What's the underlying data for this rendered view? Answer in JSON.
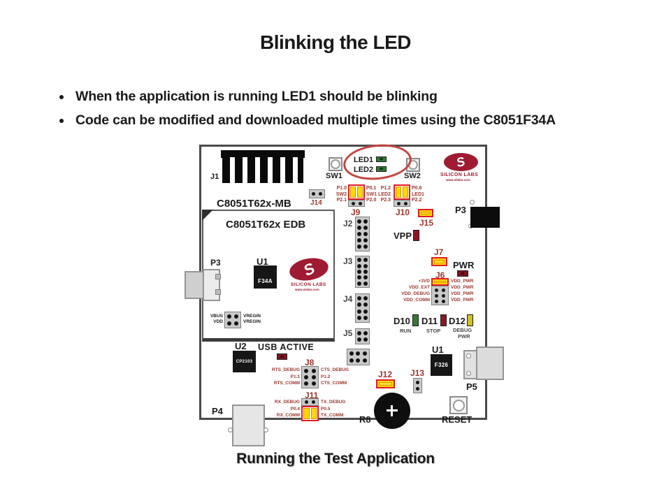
{
  "slide": {
    "title": "Blinking the LED",
    "bullets": [
      "When the application is running LED1 should be blinking",
      "Code can be modified and downloaded multiple times using the C8051F34A"
    ],
    "caption": "Running the Test Application"
  },
  "colors": {
    "silkscreen_red": "#9c372e",
    "jumper_border_red": "#e31b23",
    "jumper_yellow": "#ffd900",
    "led_green": "#2e7d32",
    "led_red": "#8e1622",
    "led_yellow": "#cfc02a",
    "logo_red": "#9e1b32"
  },
  "board": {
    "mb_title": "C8051T62x-MB",
    "edb_title": "C8051T62x EDB",
    "refs": {
      "j1": "J1",
      "j14": "J14",
      "sw1": "SW1",
      "sw2": "SW2",
      "led1": "LED1",
      "led2": "LED2",
      "j2": "J2",
      "j3": "J3",
      "j4": "J4",
      "j5": "J5",
      "j12": "J12",
      "j13": "J13",
      "p3_left": "P3",
      "p3_right": "P3",
      "p4": "P4",
      "p5": "P5",
      "r8": "R8",
      "reset": "RESET",
      "vpp": "VPP",
      "pwr": "PWR",
      "u1_edb": "U1",
      "u1_mb": "U1",
      "u2": "U2"
    },
    "chips": {
      "edb_mcu": "F34A",
      "usb_mcu": "F326",
      "usb_bridge": "CP2103"
    },
    "logo": {
      "mark": "S",
      "name": "SILICON LABS",
      "url": "www.silabs.com"
    },
    "usb_active": "USB ACTIVE",
    "power_rails": {
      "vbus": "VBUS",
      "vdd": "VDD",
      "vregin_1": "VREGIN",
      "vregin_2": "VREGIN"
    },
    "leds": {
      "d10": {
        "ref": "D10",
        "name": "RUN"
      },
      "d11": {
        "ref": "D11",
        "name": "STOP"
      },
      "d12": {
        "ref": "D12",
        "name_1": "DEBUG",
        "name_2": "PWR"
      }
    },
    "j9": {
      "label": "J9",
      "left": [
        "P1.0",
        "SW2",
        "P2.1"
      ],
      "right": [
        "P0.1",
        "SW1",
        "P2.0"
      ]
    },
    "j10": {
      "label": "J10",
      "left": [
        "P1.2",
        "LED2",
        "P2.3"
      ],
      "right": [
        "P0.6",
        "LED1",
        "P2.2"
      ]
    },
    "j15": {
      "label": "J15"
    },
    "j7": {
      "label": "J7"
    },
    "j6": {
      "label": "J6",
      "left": [
        "+3VD",
        "VDD_EXT",
        "VDD_DEBUG",
        "VDD_COMM"
      ],
      "right": [
        "VDD_PWR",
        "VDD_PWR",
        "VDD_PWR",
        "VDD_PWR"
      ]
    },
    "j8": {
      "label": "J8",
      "left": [
        "RTS_DEBUG",
        "P1.1",
        "RTS_COMM"
      ],
      "right": [
        "CTS_DEBUG",
        "P1.2",
        "CTS_COMM"
      ]
    },
    "j11": {
      "label": "J11",
      "left": [
        "RX_DEBUG",
        "P0.4",
        "RX_COMM"
      ],
      "right": [
        "TX_DEBUG",
        "P0.5",
        "TX_COMM"
      ]
    }
  }
}
